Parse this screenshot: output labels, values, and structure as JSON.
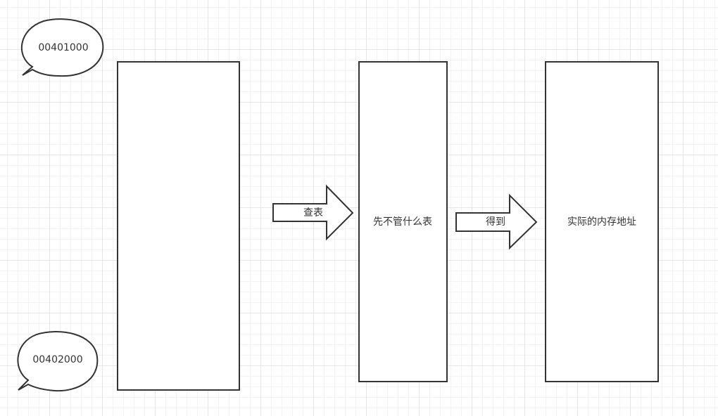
{
  "callouts": {
    "top": "00401000",
    "bottom": "00402000"
  },
  "arrows": {
    "lookup": "查表",
    "obtain": "得到"
  },
  "boxes": {
    "address_space": "",
    "table": "先不管什么表",
    "physical_address": "实际的内存地址"
  },
  "colors": {
    "stroke": "#333333",
    "fill": "#ffffff",
    "grid": "#e6e6e6"
  }
}
